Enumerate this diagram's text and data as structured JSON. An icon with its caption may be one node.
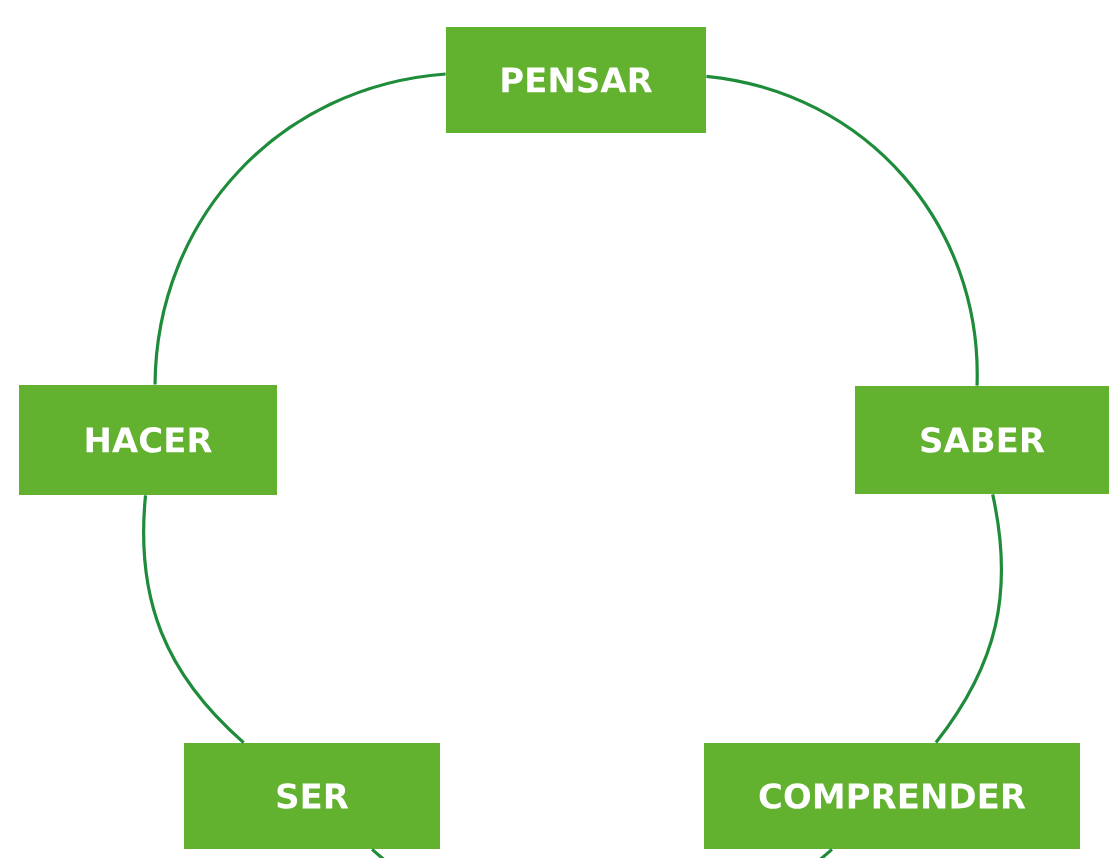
{
  "diagram": {
    "nodes": [
      {
        "text": [
          "PENSAR"
        ]
      },
      {
        "text": [
          "HACER"
        ]
      },
      {
        "text": [
          "SABER"
        ]
      },
      {
        "text": [
          "SER"
        ]
      },
      {
        "text": [
          "COMPRENDER"
        ]
      }
    ],
    "edges": [
      {
        "from": 0,
        "to": 2,
        "arrow": "none"
      },
      {
        "from": 2,
        "to": 4,
        "arrow": "none"
      },
      {
        "from": 4,
        "to": 3,
        "arrow": "none"
      },
      {
        "from": 3,
        "to": 1,
        "arrow": "none"
      },
      {
        "from": 1,
        "to": 0,
        "arrow": "none"
      }
    ]
  }
}
